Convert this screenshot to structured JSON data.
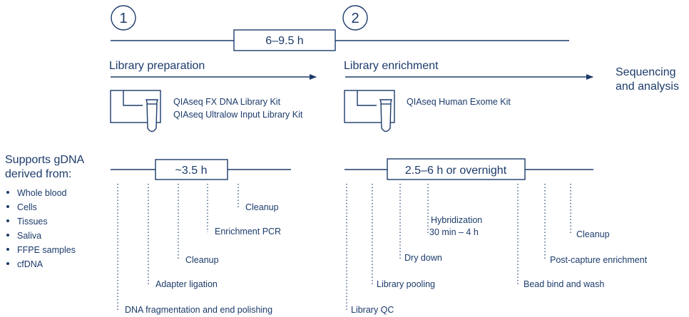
{
  "steps": [
    {
      "number": "1",
      "title": "Library preparation",
      "kits": [
        "QIAseq FX DNA Library Kit",
        "QIAseq Ultralow Input Library Kit"
      ]
    },
    {
      "number": "2",
      "title": "Library enrichment",
      "kits": [
        "QIAseq Human Exome Kit"
      ]
    }
  ],
  "total_time": "6–9.5 h",
  "final_step": [
    "Sequencing",
    "and analysis"
  ],
  "supports": {
    "heading": [
      "Supports gDNA",
      "derived from:"
    ],
    "items": [
      "Whole blood",
      "Cells",
      "Tissues",
      "Saliva",
      "FFPE samples",
      "cfDNA"
    ]
  },
  "prep_time": "~3.5 h",
  "prep_substeps": {
    "fragmentation": "DNA fragmentation and end polishing",
    "ligation": "Adapter ligation",
    "cleanup1": "Cleanup",
    "pcr": "Enrichment PCR",
    "cleanup2": "Cleanup"
  },
  "enrich_time": "2.5–6 h or overnight",
  "enrich_substeps": {
    "qc": "Library QC",
    "pooling": "Library pooling",
    "drydown": "Dry down",
    "hyb": "Hybridization",
    "hyb_time": "30 min  – 4 h",
    "bead": "Bead bind and wash",
    "postcap": "Post-capture enrichment",
    "cleanup": "Cleanup"
  },
  "colors": {
    "ink": "#1c3b6b"
  }
}
